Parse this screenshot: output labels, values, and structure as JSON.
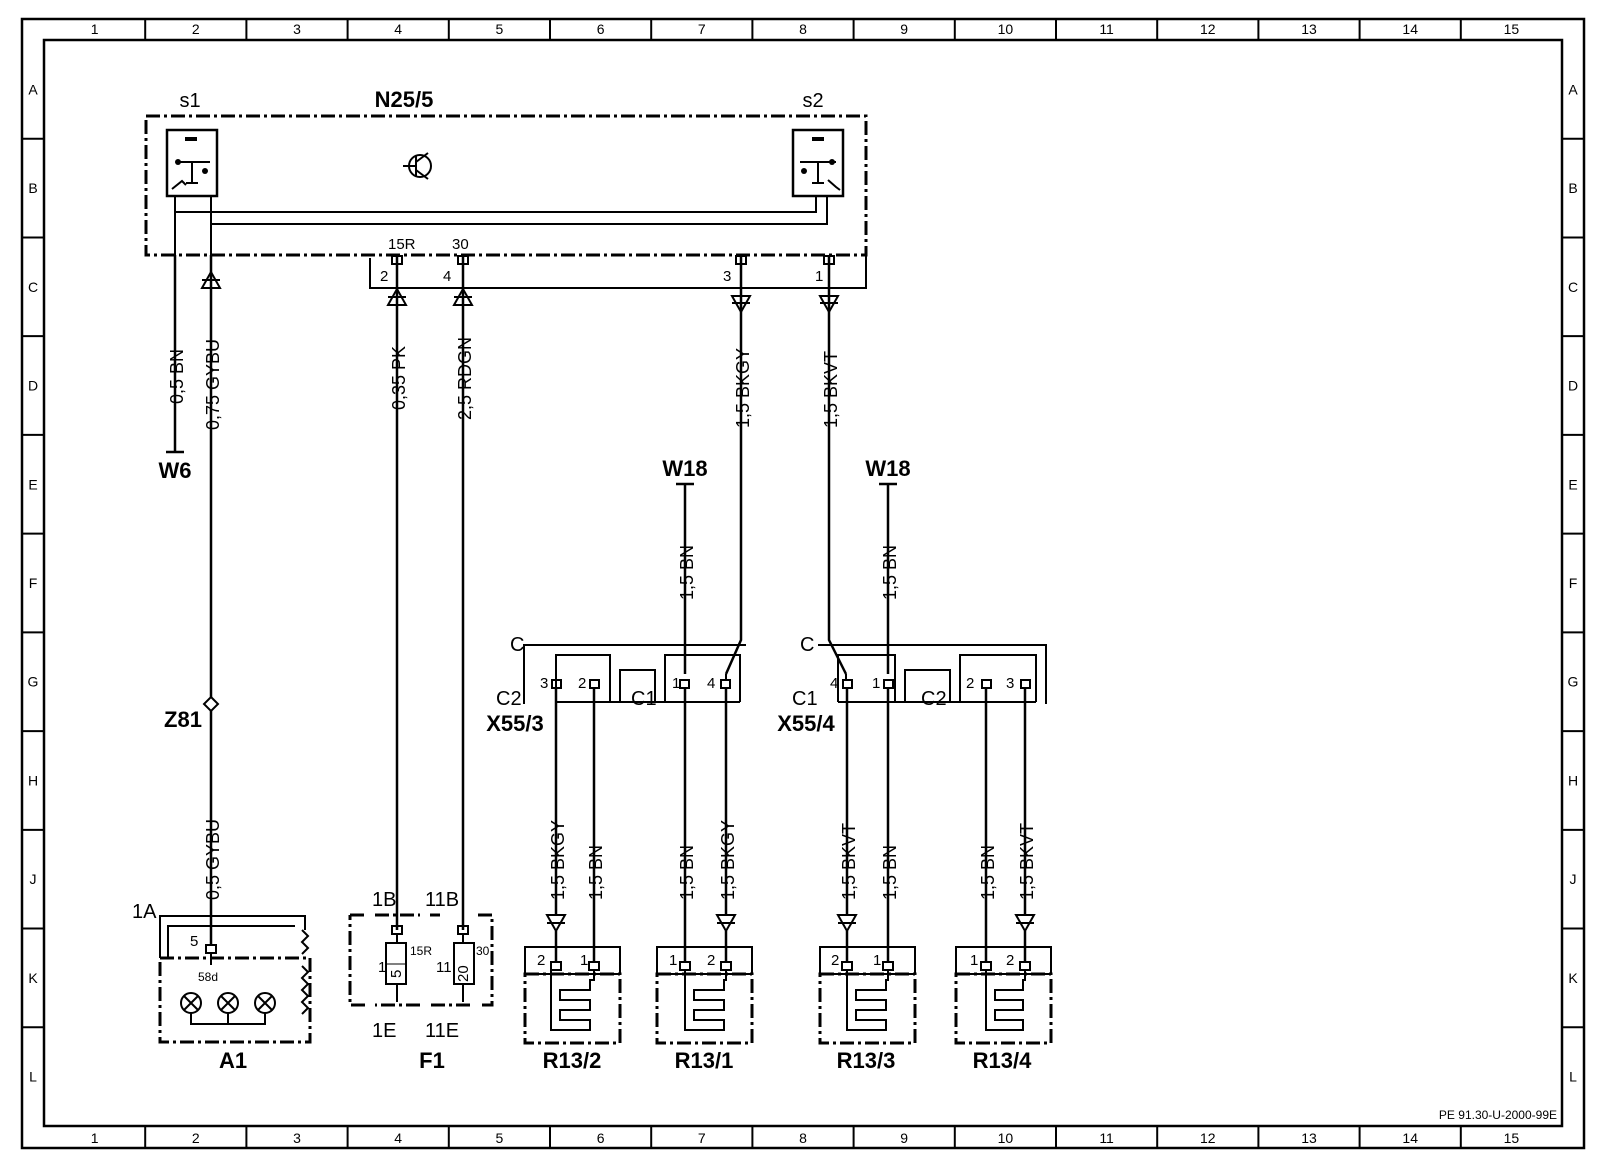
{
  "grid": {
    "columns": [
      "1",
      "2",
      "3",
      "4",
      "5",
      "6",
      "7",
      "8",
      "9",
      "10",
      "11",
      "12",
      "13",
      "14",
      "15"
    ],
    "rows": [
      "A",
      "B",
      "C",
      "D",
      "E",
      "F",
      "G",
      "H",
      "J",
      "K",
      "L"
    ]
  },
  "doc_code": "PE 91.30-U-2000-99E",
  "components": {
    "n25_5": "N25/5",
    "s1": "s1",
    "s2": "s2",
    "w6": "W6",
    "w18a": "W18",
    "w18b": "W18",
    "z81": "Z81",
    "a1": "A1",
    "f1": "F1",
    "x55_3": "X55/3",
    "x55_4": "X55/4",
    "r13_2": "R13/2",
    "r13_1": "R13/1",
    "r13_3": "R13/3",
    "r13_4": "R13/4"
  },
  "wires": {
    "w_bn_05": "0,5  BN",
    "w_gybu_075": "0,75  GYBU",
    "w_pk": "0,35  PK",
    "w_rdgn": "2,5  RDGN",
    "w_bkgy_top": "1,5  BKGY",
    "w_bkvt_top": "1,5  BKVT",
    "w_bn_w18a": "1,5  BN",
    "w_bn_w18b": "1,5  BN",
    "w_gybu_05": "0,5  GYBU",
    "w_r132_bkgy": "1,5  BKGY",
    "w_r132_bn": "1,5  BN",
    "w_r131_bn": "1,5  BN",
    "w_r131_bkgy": "1,5  BKGY",
    "w_r133_bkvt": "1,5  BKVT",
    "w_r133_bn": "1,5  BN",
    "w_r134_bn": "1,5  BN",
    "w_r134_bkvt": "1,5  BKVT"
  },
  "pins": {
    "p15r": "15R",
    "p30": "30",
    "c2": "2",
    "c4": "4",
    "c3": "3",
    "c1": "1",
    "a1_1a": "1A",
    "a1_5": "5",
    "a1_58d": "58d",
    "f1_1b": "1B",
    "f1_11b": "11B",
    "f1_1e": "1E",
    "f1_11e": "11E",
    "f1_15r": "15R",
    "f1_30": "30",
    "f1_1": "1",
    "f1_11": "11",
    "f1_fuse5": "5",
    "f1_fuse20": "20",
    "x553_c": "C",
    "x553_c2": "C2",
    "x553_c1": "C1",
    "x553_3": "3",
    "x553_2": "2",
    "x553_1": "1",
    "x553_4": "4",
    "x554_c": "C",
    "x554_c1": "C1",
    "x554_c2": "C2",
    "x554_4": "4",
    "x554_1": "1",
    "x554_2": "2",
    "x554_3": "3",
    "r132_2": "2",
    "r132_1": "1",
    "r131_1": "1",
    "r131_2": "2",
    "r133_2": "2",
    "r133_1": "1",
    "r134_1": "1",
    "r134_2": "2"
  }
}
